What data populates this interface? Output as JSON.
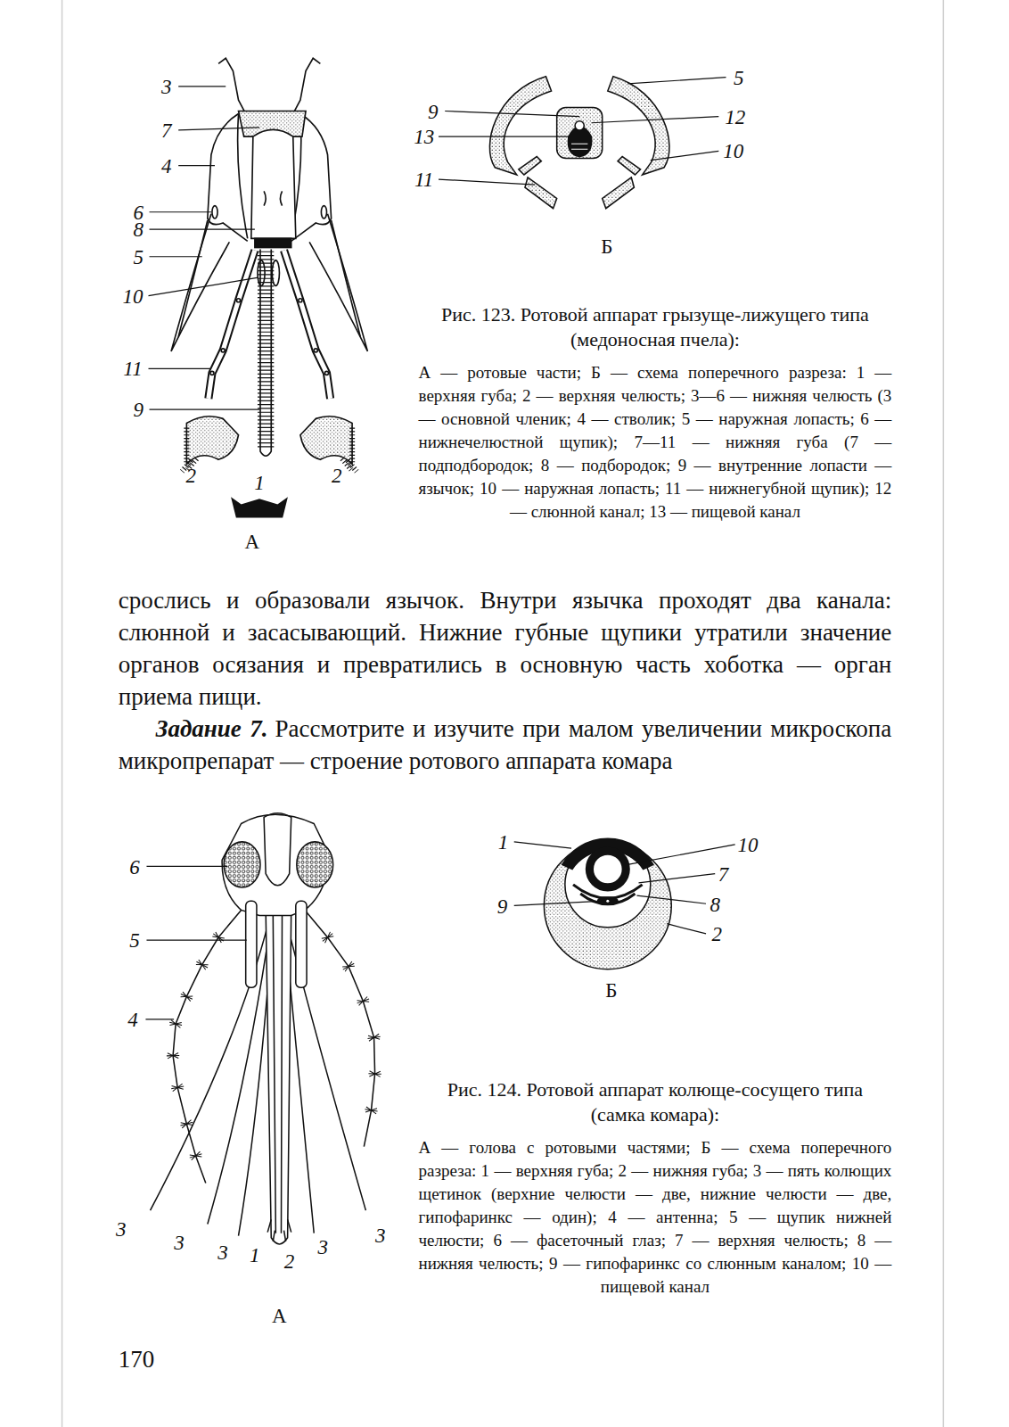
{
  "diagram": {
    "labels": [
      "3",
      "7",
      "4",
      "6",
      "8",
      "5",
      "10",
      "11",
      "9",
      "2",
      "1",
      "2",
      "А",
      "5",
      "9",
      "12",
      "13",
      "10",
      "11",
      "Б",
      "Рис. 123. Ротовой аппарат грызуще-лижущего типа (медоносная пчела):",
      "А — ротовые части; Б — схема поперечного разреза: 1 — верхняя губа; 2 — верхняя челюсть; 3—6 — нижняя челюсть (3 — основной членик; 4 — стволик; 5 — наружная лопасть; 6 — нижнечелюстной щупик); 7—11 — нижняя губа (7 — подподбородок; 8 — подбородок; 9 — внутренние лопасти — язычок; 10 — наружная лопасть; 11 — нижнегубной щупик); 12 — слюнной канал; 13 — пищевой канал",
      "срослись и образовали язычок. Внутри язычка проходят два канала: слюнной и засасывающий. Нижние губные щупики утратили значение органов осязания и превратились в основную часть хоботка — орган приема пищи.",
      "Задание 7.",
      "Рассмотрите и изучите при малом увеличении микроскопа микропрепарат — строение ротового аппарата комара",
      "6",
      "5",
      "4",
      "3",
      "3",
      "3",
      "1",
      "2",
      "3",
      "3",
      "А",
      "1",
      "10",
      "7",
      "8",
      "9",
      "2",
      "Б",
      "Рис. 124. Ротовой аппарат колюще-сосущего типа (самка комара):",
      "А — голова с ротовыми частями; Б — схема поперечного разреза: 1 — верхняя губа; 2 — нижняя губа; 3 — пять колющих щетинок (верхние челюсти — две, нижние челюсти — две, гипофаринкс — один); 4 — антенна; 5 — щупик нижней челюсти; 6 — фасеточный глаз; 7 — верхняя челюсть; 8 — нижняя челюсть; 9 — гипофаринкс со слюнным каналом; 10 — пищевой канал",
      "170"
    ]
  }
}
